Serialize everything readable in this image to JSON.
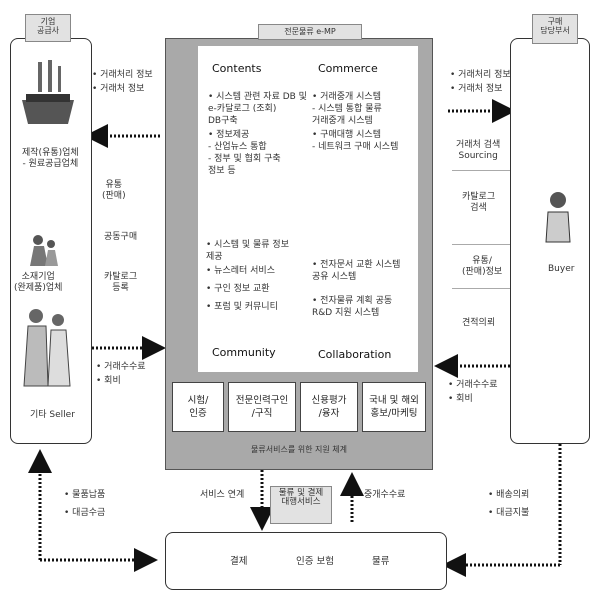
{
  "diagram": {
    "center": {
      "header_tag": "전문물류 e-MP",
      "quadrants": [
        "Contents",
        "Commerce",
        "Community",
        "Collaboration"
      ],
      "contents_items": [
        "• 시스템 관련 자료 DB 및",
        "  e-카달로그 (조회)",
        "  DB구축",
        "• 정보제공",
        "  - 산업뉴스 통합",
        "  - 정부 및 협회 구축",
        "  정보 등"
      ],
      "commerce_items": [
        "• 거래중개 시스템",
        "  - 시스템 통합 물류",
        "  거래중개 시스템",
        "• 구매대행 시스템",
        "  - 네트워크 구매 시스템"
      ],
      "community_items": [
        "• 시스템 및 물류 정보",
        "  제공",
        "• 뉴스레터 서비스",
        "• 구인 정보 교환",
        "• 포럼 및 커뮤니티"
      ],
      "collaboration_items": [
        "• 전자문서 교환 시스템",
        "  공유 시스템",
        "• 전자물류 계획 공동",
        "  R&D 지원 시스템"
      ],
      "services": [
        "시험/\n인증",
        "전문인력구인\n/구직",
        "신용평가\n/융자",
        "국내 및 해외\n홍보/마케팅"
      ],
      "bottom_caption": "물류서비스를 위한 지원 체계"
    },
    "left": {
      "tag": "기업\n공급사",
      "figure_labels": [
        "제작(유통)업체\n- 원료공급업체",
        "소재기업\n(완제품)업체",
        "기타 Seller"
      ],
      "side_labels": [
        "유통\n(판매)",
        "공동구매",
        "카탈로그\n등록"
      ],
      "arrow_top_labels": [
        "• 거래처리 정보",
        "• 거래처 정보"
      ],
      "arrow_bottom_labels": [
        "• 거래수수료",
        "• 회비"
      ]
    },
    "right": {
      "tag": "구매\n담당부서",
      "arrow_top_labels": [
        "• 거래처리 정보",
        "• 거래처 정보"
      ],
      "list": [
        "거래처 검색\nSourcing",
        "카탈로그\n검색",
        "유통/\n(판매)정보",
        "견적의뢰"
      ],
      "buyer_label": "Buyer",
      "arrow_bottom_labels": [
        "• 거래수수료",
        "• 회비"
      ]
    },
    "bottom": {
      "tag": "물류 및 결제\n대행서비스",
      "items": [
        "결제",
        "인증 보험",
        "물류"
      ],
      "left_labels": [
        "• 물품납품",
        "• 대금수금"
      ],
      "right_labels": [
        "• 배송의뢰",
        "• 대금지불"
      ],
      "up_arrow_label": "서비스 연계",
      "fee_label": "중개수수료"
    }
  }
}
